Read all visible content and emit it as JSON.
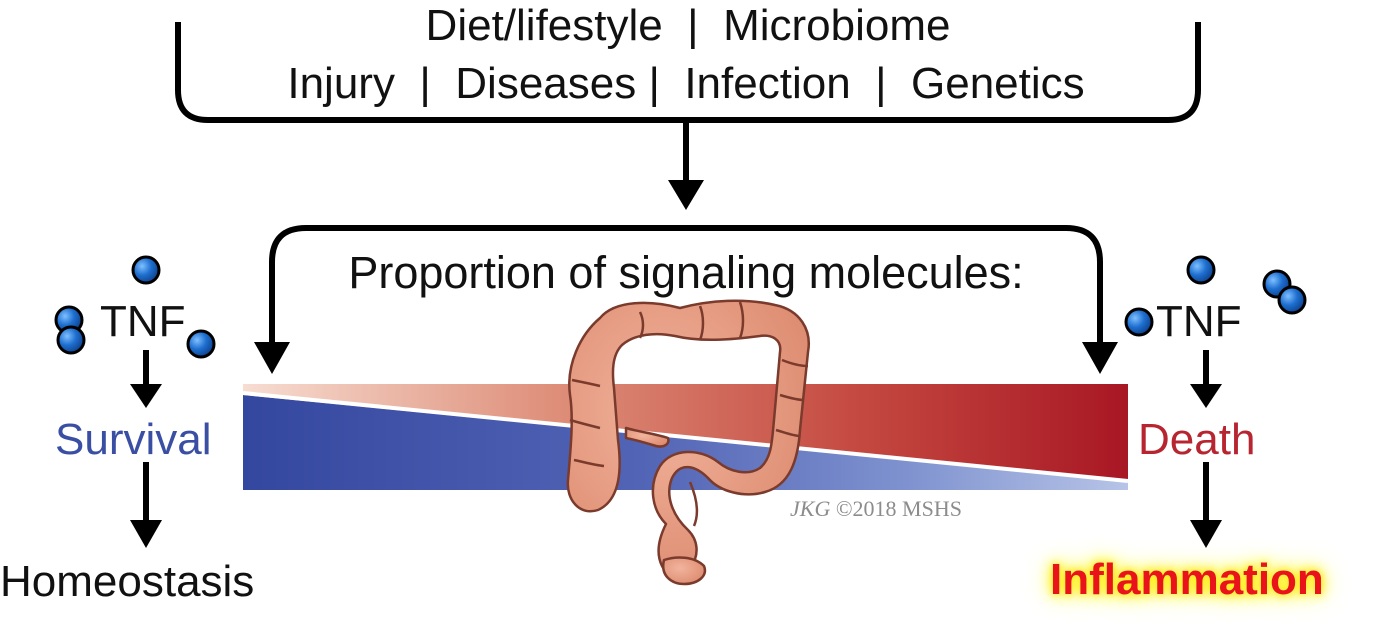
{
  "top_factors": {
    "row1": "Diet/lifestyle  |  Microbiome",
    "row2": "Injury  |  Diseases |  Infection  |  Genetics"
  },
  "center_title": "Proportion of signaling molecules:",
  "left_pathway": {
    "signal": "TNF",
    "outcome": "Survival",
    "result": "Homeostasis"
  },
  "right_pathway": {
    "signal": "TNF",
    "outcome": "Death",
    "result": "Inflammation"
  },
  "credit": {
    "initials": "JKG",
    "text": "©2018 MSHS"
  },
  "colors": {
    "survival_blue": "#3a4fa3",
    "death_red": "#b72530",
    "inflammation_red": "#e8131b",
    "glow_yellow": "#fff200",
    "molecule_blue": "#1e6fd0"
  }
}
